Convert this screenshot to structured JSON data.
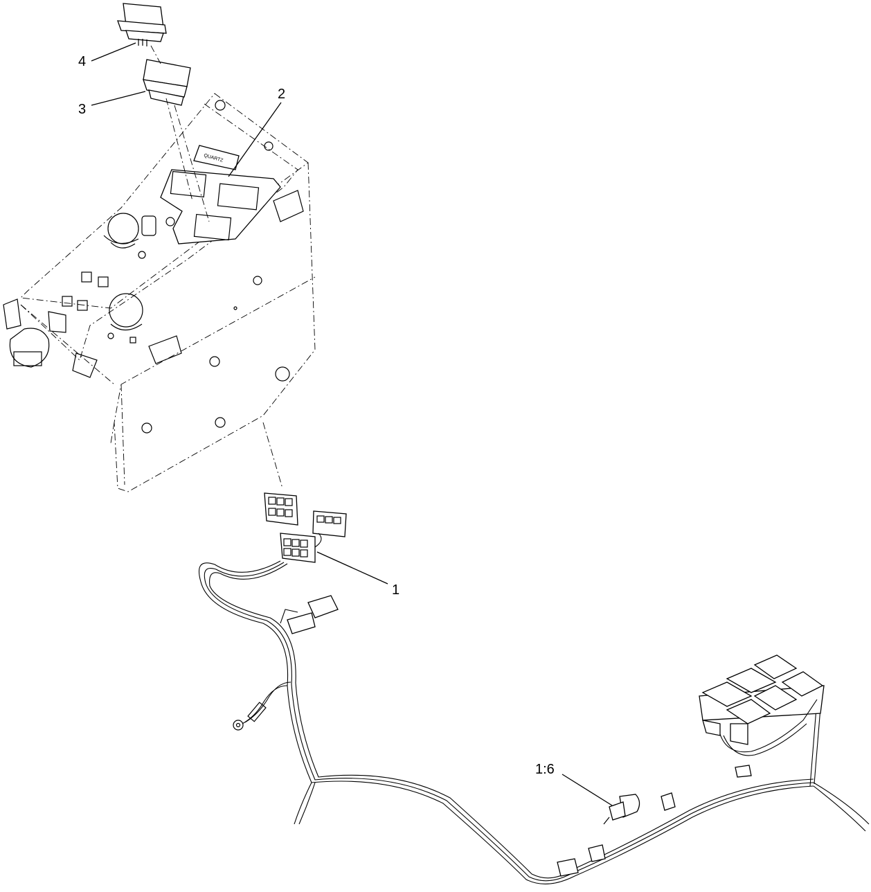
{
  "diagram": {
    "callouts": [
      {
        "id": "callout-1",
        "label": "1"
      },
      {
        "id": "callout-2",
        "label": "2"
      },
      {
        "id": "callout-3",
        "label": "3"
      },
      {
        "id": "callout-4",
        "label": "4"
      },
      {
        "id": "callout-1-6",
        "label": "1:6"
      }
    ],
    "decal_text": "QUARTZ"
  }
}
